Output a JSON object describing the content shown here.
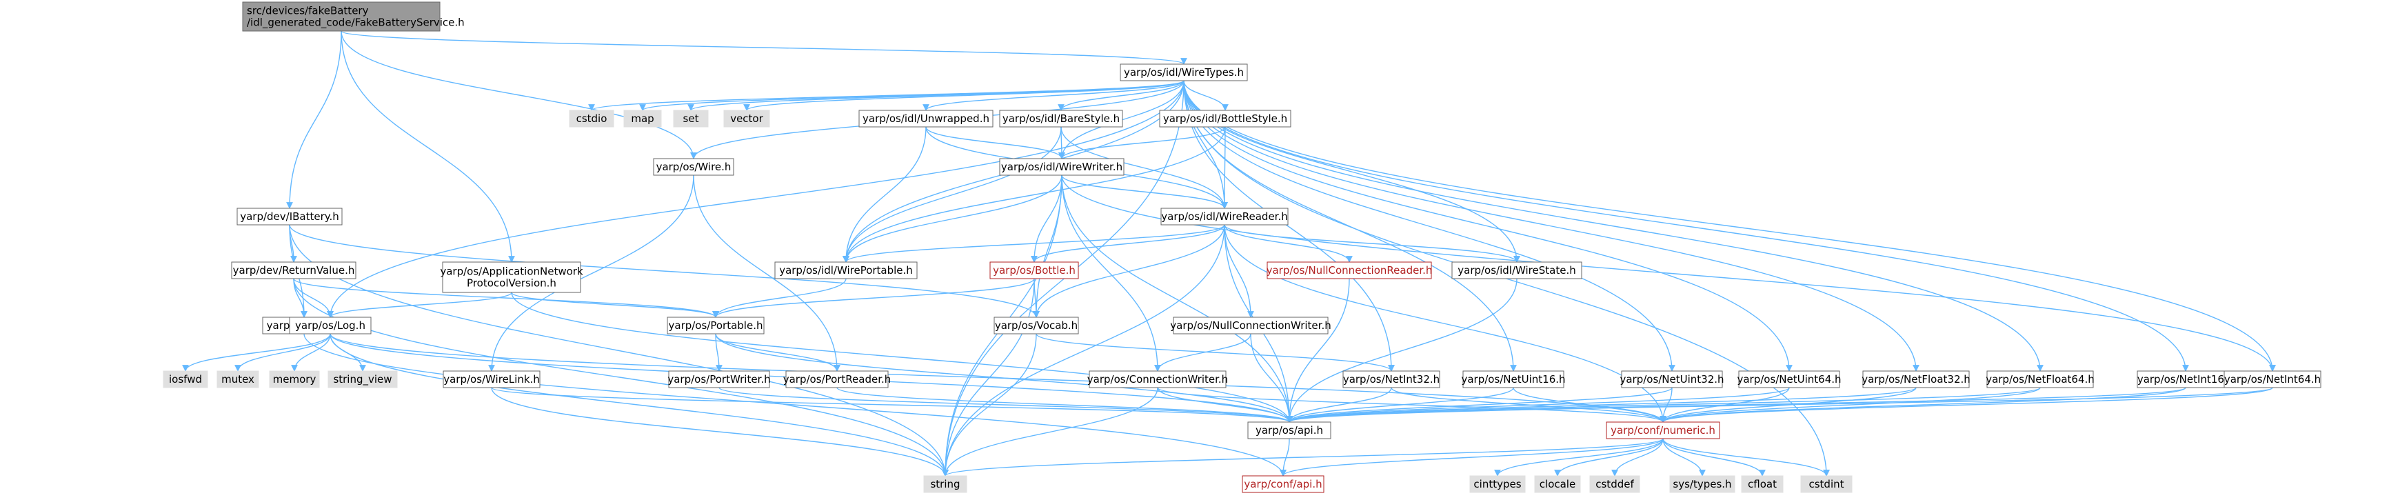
{
  "colors": {
    "edge": "#63B8FF",
    "border_normal": "#666666",
    "border_red": "#B22222",
    "fill_white": "#FFFFFF",
    "fill_gray": "#E0E0E0",
    "fill_root": "#999999",
    "text": "#000000",
    "text_red": "#B22222"
  },
  "nodes": [
    {
      "id": "root",
      "lines": [
        "src/devices/fakeBattery",
        "/idl_generated_code/FakeBatteryService.h"
      ],
      "style": "root"
    },
    {
      "id": "wiretypes",
      "lines": [
        "yarp/os/idl/WireTypes.h"
      ],
      "style": "normal"
    },
    {
      "id": "cstdio",
      "lines": [
        "cstdio"
      ],
      "style": "gray"
    },
    {
      "id": "map",
      "lines": [
        "map"
      ],
      "style": "gray"
    },
    {
      "id": "set",
      "lines": [
        "set"
      ],
      "style": "gray"
    },
    {
      "id": "vector",
      "lines": [
        "vector"
      ],
      "style": "gray"
    },
    {
      "id": "unwrapped",
      "lines": [
        "yarp/os/idl/Unwrapped.h"
      ],
      "style": "normal"
    },
    {
      "id": "barestyle",
      "lines": [
        "yarp/os/idl/BareStyle.h"
      ],
      "style": "normal"
    },
    {
      "id": "bottlestyle",
      "lines": [
        "yarp/os/idl/BottleStyle.h"
      ],
      "style": "normal"
    },
    {
      "id": "wire",
      "lines": [
        "yarp/os/Wire.h"
      ],
      "style": "normal"
    },
    {
      "id": "wirewriter",
      "lines": [
        "yarp/os/idl/WireWriter.h"
      ],
      "style": "normal"
    },
    {
      "id": "ibattery",
      "lines": [
        "yarp/dev/IBattery.h"
      ],
      "style": "normal"
    },
    {
      "id": "wirereader",
      "lines": [
        "yarp/os/idl/WireReader.h"
      ],
      "style": "normal"
    },
    {
      "id": "returnvalue",
      "lines": [
        "yarp/dev/ReturnValue.h"
      ],
      "style": "normal"
    },
    {
      "id": "appnet",
      "lines": [
        "yarp/os/ApplicationNetwork",
        "ProtocolVersion.h"
      ],
      "style": "normal"
    },
    {
      "id": "wireportable",
      "lines": [
        "yarp/os/idl/WirePortable.h"
      ],
      "style": "normal"
    },
    {
      "id": "bottle",
      "lines": [
        "yarp/os/Bottle.h"
      ],
      "style": "red"
    },
    {
      "id": "nullconnreader",
      "lines": [
        "yarp/os/NullConnectionReader.h"
      ],
      "style": "red"
    },
    {
      "id": "wirestate",
      "lines": [
        "yarp/os/idl/WireState.h"
      ],
      "style": "normal"
    },
    {
      "id": "devapi",
      "lines": [
        "yarp/dev/api.h"
      ],
      "style": "normal"
    },
    {
      "id": "log",
      "lines": [
        "yarp/os/Log.h"
      ],
      "style": "normal"
    },
    {
      "id": "portable",
      "lines": [
        "yarp/os/Portable.h"
      ],
      "style": "normal"
    },
    {
      "id": "vocab",
      "lines": [
        "yarp/os/Vocab.h"
      ],
      "style": "normal"
    },
    {
      "id": "nullconnwriter",
      "lines": [
        "yarp/os/NullConnectionWriter.h"
      ],
      "style": "normal"
    },
    {
      "id": "iosfwd",
      "lines": [
        "iosfwd"
      ],
      "style": "gray"
    },
    {
      "id": "mutex",
      "lines": [
        "mutex"
      ],
      "style": "gray"
    },
    {
      "id": "memory",
      "lines": [
        "memory"
      ],
      "style": "gray"
    },
    {
      "id": "string_view",
      "lines": [
        "string_view"
      ],
      "style": "gray"
    },
    {
      "id": "portwriter",
      "lines": [
        "yarp/os/PortWriter.h"
      ],
      "style": "normal"
    },
    {
      "id": "portreader",
      "lines": [
        "yarp/os/PortReader.h"
      ],
      "style": "normal"
    },
    {
      "id": "wirelink",
      "lines": [
        "yarp/os/WireLink.h"
      ],
      "style": "normal"
    },
    {
      "id": "connwriter",
      "lines": [
        "yarp/os/ConnectionWriter.h"
      ],
      "style": "normal"
    },
    {
      "id": "netint32",
      "lines": [
        "yarp/os/NetInt32.h"
      ],
      "style": "normal"
    },
    {
      "id": "netuint16",
      "lines": [
        "yarp/os/NetUint16.h"
      ],
      "style": "normal"
    },
    {
      "id": "netuint32",
      "lines": [
        "yarp/os/NetUint32.h"
      ],
      "style": "normal"
    },
    {
      "id": "netuint64",
      "lines": [
        "yarp/os/NetUint64.h"
      ],
      "style": "normal"
    },
    {
      "id": "netfloat32",
      "lines": [
        "yarp/os/NetFloat32.h"
      ],
      "style": "normal"
    },
    {
      "id": "netfloat64",
      "lines": [
        "yarp/os/NetFloat64.h"
      ],
      "style": "normal"
    },
    {
      "id": "netint16",
      "lines": [
        "yarp/os/NetInt16.h"
      ],
      "style": "normal"
    },
    {
      "id": "netint64",
      "lines": [
        "yarp/os/NetInt64.h"
      ],
      "style": "normal"
    },
    {
      "id": "osapi",
      "lines": [
        "yarp/os/api.h"
      ],
      "style": "normal"
    },
    {
      "id": "numeric",
      "lines": [
        "yarp/conf/numeric.h"
      ],
      "style": "red"
    },
    {
      "id": "string",
      "lines": [
        "string"
      ],
      "style": "gray"
    },
    {
      "id": "confapi",
      "lines": [
        "yarp/conf/api.h"
      ],
      "style": "red"
    },
    {
      "id": "cinttypes",
      "lines": [
        "cinttypes"
      ],
      "style": "gray"
    },
    {
      "id": "clocale",
      "lines": [
        "clocale"
      ],
      "style": "gray"
    },
    {
      "id": "cstddef",
      "lines": [
        "cstddef"
      ],
      "style": "gray"
    },
    {
      "id": "systypes",
      "lines": [
        "sys/types.h"
      ],
      "style": "gray"
    },
    {
      "id": "cfloat",
      "lines": [
        "cfloat"
      ],
      "style": "gray"
    },
    {
      "id": "cstdint",
      "lines": [
        "cstdint"
      ],
      "style": "gray"
    }
  ],
  "edges": [
    [
      "root",
      "wiretypes"
    ],
    [
      "root",
      "wire"
    ],
    [
      "root",
      "ibattery"
    ],
    [
      "root",
      "appnet"
    ],
    [
      "wiretypes",
      "cstdio"
    ],
    [
      "wiretypes",
      "map"
    ],
    [
      "wiretypes",
      "set"
    ],
    [
      "wiretypes",
      "vector"
    ],
    [
      "wiretypes",
      "unwrapped"
    ],
    [
      "wiretypes",
      "barestyle"
    ],
    [
      "wiretypes",
      "bottlestyle"
    ],
    [
      "wiretypes",
      "wire"
    ],
    [
      "wiretypes",
      "wirewriter"
    ],
    [
      "wiretypes",
      "wirereader"
    ],
    [
      "wiretypes",
      "wireportable"
    ],
    [
      "wiretypes",
      "wirestate"
    ],
    [
      "wiretypes",
      "log"
    ],
    [
      "wiretypes",
      "string"
    ],
    [
      "wiretypes",
      "netint32"
    ],
    [
      "wiretypes",
      "netuint16"
    ],
    [
      "wiretypes",
      "netuint32"
    ],
    [
      "wiretypes",
      "netuint64"
    ],
    [
      "wiretypes",
      "netfloat32"
    ],
    [
      "wiretypes",
      "netfloat64"
    ],
    [
      "wiretypes",
      "netint16"
    ],
    [
      "wiretypes",
      "netint64"
    ],
    [
      "wiretypes",
      "cstdint"
    ],
    [
      "unwrapped",
      "wirewriter"
    ],
    [
      "unwrapped",
      "wirereader"
    ],
    [
      "unwrapped",
      "wireportable"
    ],
    [
      "barestyle",
      "wirewriter"
    ],
    [
      "barestyle",
      "wirereader"
    ],
    [
      "barestyle",
      "wireportable"
    ],
    [
      "bottlestyle",
      "wirewriter"
    ],
    [
      "bottlestyle",
      "wirereader"
    ],
    [
      "bottlestyle",
      "wireportable"
    ],
    [
      "wire",
      "portreader"
    ],
    [
      "wire",
      "wirelink"
    ],
    [
      "wirewriter",
      "wirereader"
    ],
    [
      "wirewriter",
      "wireportable"
    ],
    [
      "wirewriter",
      "bottle"
    ],
    [
      "wirewriter",
      "vocab"
    ],
    [
      "wirewriter",
      "connwriter"
    ],
    [
      "wirewriter",
      "string"
    ],
    [
      "wirewriter",
      "osapi"
    ],
    [
      "wirewriter",
      "netint64"
    ],
    [
      "ibattery",
      "returnvalue"
    ],
    [
      "ibattery",
      "devapi"
    ],
    [
      "ibattery",
      "vocab"
    ],
    [
      "ibattery",
      "string"
    ],
    [
      "wirereader",
      "wireportable"
    ],
    [
      "wirereader",
      "bottle"
    ],
    [
      "wirereader",
      "nullconnreader"
    ],
    [
      "wirereader",
      "wirestate"
    ],
    [
      "wirereader",
      "vocab"
    ],
    [
      "wirereader",
      "nullconnwriter"
    ],
    [
      "wirereader",
      "string"
    ],
    [
      "wirereader",
      "osapi"
    ],
    [
      "wirereader",
      "numeric"
    ],
    [
      "returnvalue",
      "devapi"
    ],
    [
      "returnvalue",
      "log"
    ],
    [
      "returnvalue",
      "portable"
    ],
    [
      "returnvalue",
      "string"
    ],
    [
      "appnet",
      "portable"
    ],
    [
      "appnet",
      "log"
    ],
    [
      "appnet",
      "osapi"
    ],
    [
      "wireportable",
      "portable"
    ],
    [
      "bottle",
      "portable"
    ],
    [
      "bottle",
      "vocab"
    ],
    [
      "bottle",
      "string"
    ],
    [
      "nullconnreader",
      "osapi"
    ],
    [
      "wirestate",
      "osapi"
    ],
    [
      "devapi",
      "confapi"
    ],
    [
      "log",
      "iosfwd"
    ],
    [
      "log",
      "mutex"
    ],
    [
      "log",
      "memory"
    ],
    [
      "log",
      "string_view"
    ],
    [
      "log",
      "osapi"
    ],
    [
      "log",
      "numeric"
    ],
    [
      "log",
      "string"
    ],
    [
      "portable",
      "portwriter"
    ],
    [
      "portable",
      "portreader"
    ],
    [
      "portable",
      "osapi"
    ],
    [
      "vocab",
      "netint32"
    ],
    [
      "vocab",
      "string"
    ],
    [
      "nullconnwriter",
      "connwriter"
    ],
    [
      "nullconnwriter",
      "osapi"
    ],
    [
      "portwriter",
      "osapi"
    ],
    [
      "portreader",
      "osapi"
    ],
    [
      "wirelink",
      "osapi"
    ],
    [
      "wirelink",
      "string"
    ],
    [
      "connwriter",
      "osapi"
    ],
    [
      "connwriter",
      "numeric"
    ],
    [
      "connwriter",
      "string"
    ],
    [
      "netint32",
      "osapi"
    ],
    [
      "netint32",
      "numeric"
    ],
    [
      "netuint16",
      "osapi"
    ],
    [
      "netuint16",
      "numeric"
    ],
    [
      "netuint32",
      "osapi"
    ],
    [
      "netuint32",
      "numeric"
    ],
    [
      "netuint64",
      "osapi"
    ],
    [
      "netuint64",
      "numeric"
    ],
    [
      "netfloat32",
      "osapi"
    ],
    [
      "netfloat32",
      "numeric"
    ],
    [
      "netfloat64",
      "osapi"
    ],
    [
      "netfloat64",
      "numeric"
    ],
    [
      "netint16",
      "osapi"
    ],
    [
      "netint16",
      "numeric"
    ],
    [
      "netint64",
      "osapi"
    ],
    [
      "netint64",
      "numeric"
    ],
    [
      "osapi",
      "confapi"
    ],
    [
      "numeric",
      "confapi"
    ],
    [
      "numeric",
      "string"
    ],
    [
      "numeric",
      "cinttypes"
    ],
    [
      "numeric",
      "clocale"
    ],
    [
      "numeric",
      "cstddef"
    ],
    [
      "numeric",
      "systypes"
    ],
    [
      "numeric",
      "cfloat"
    ],
    [
      "numeric",
      "cstdint"
    ]
  ]
}
